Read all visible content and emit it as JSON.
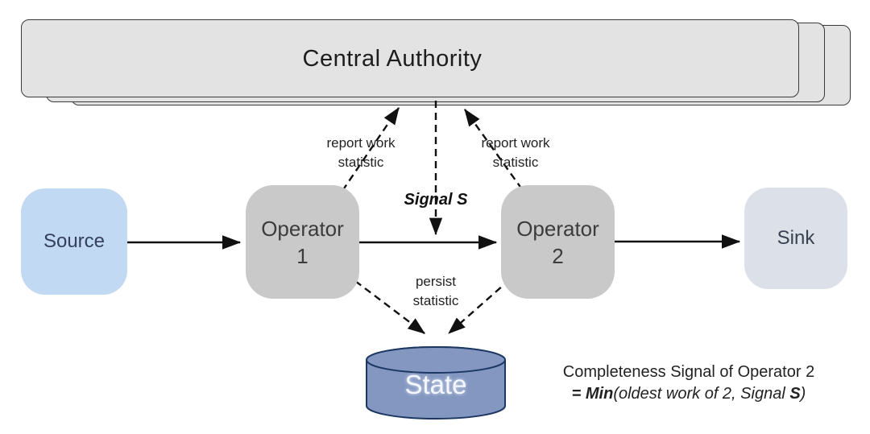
{
  "colors": {
    "authority_fill": "#e3e3e3",
    "authority_border": "#3a3a3a",
    "source_fill": "#c2d9f3",
    "operator_fill": "#c9c9c9",
    "sink_fill": "#dbe0e9",
    "state_fill": "#8397c1",
    "state_border": "#1d3763",
    "state_text_color": "#f4f7ff",
    "arrow_color": "#111111",
    "text_color": "#1c1c1c"
  },
  "central_authority": {
    "label": "Central Authority"
  },
  "nodes": {
    "source": {
      "label": "Source"
    },
    "operator1": {
      "line1": "Operator",
      "line2": "1"
    },
    "operator2": {
      "line1": "Operator",
      "line2": "2"
    },
    "sink": {
      "label": "Sink"
    },
    "state": {
      "label": "State"
    }
  },
  "edge_labels": {
    "report_work": {
      "line1": "report work",
      "line2": "statistic"
    },
    "signal": "Signal S",
    "persist": {
      "line1": "persist",
      "line2": "statistic"
    }
  },
  "annotation": {
    "line1": "Completeness Signal of Operator 2",
    "line2": {
      "prefix": "= ",
      "bold1": "Min",
      "mid": "(oldest work of 2, Signal ",
      "bold2": "S",
      "suffix": ")"
    }
  }
}
